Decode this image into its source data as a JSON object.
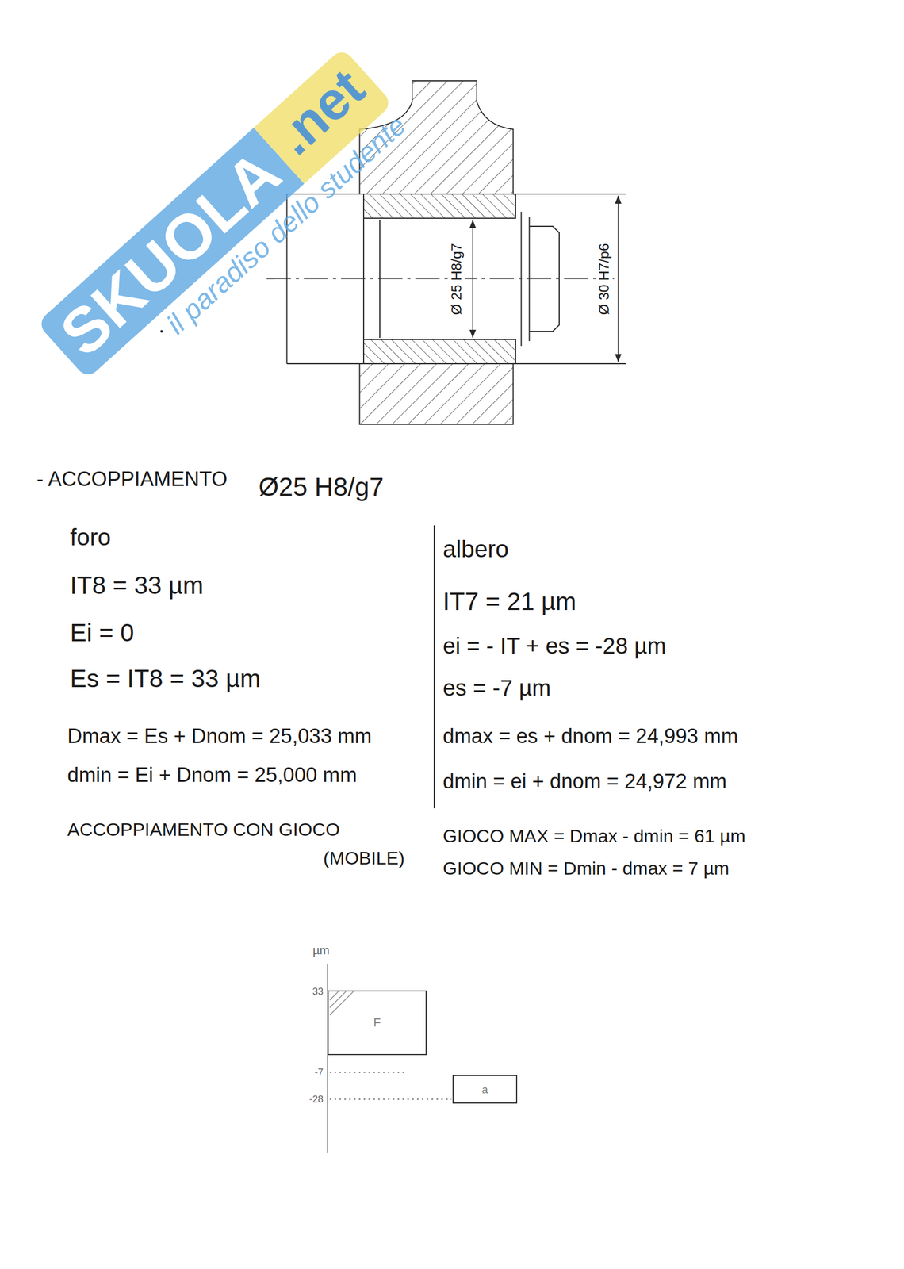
{
  "diagram": {
    "nodes": [
      {
        "text": [
          "F"
        ]
      },
      {
        "text": [
          "a"
        ]
      }
    ],
    "labels": [
      "SKUOLA",
      ".net",
      "il paradiso dello studente",
      "Ø 25 H8/g7",
      "Ø 30 H7/p6",
      "- ACCOPPIAMENTO",
      "Ø25 H8/g7",
      "foro",
      "IT8 = 33 µm",
      "Ei = 0",
      "Es = IT8 = 33 µm",
      "Dmax = Es + Dnom = 25,033 mm",
      "dmin = Ei + Dnom = 25,000 mm",
      "albero",
      "IT7 = 21 µm",
      "ei = - IT + es = -28 µm",
      "es = -7 µm",
      "dmax = es + dnom = 24,993 mm",
      "dmin = ei + dnom = 24,972 mm",
      "ACCOPPIAMENTO CON GIOCO",
      "(MOBILE)",
      "GIOCO MAX = Dmax - dmin = 61 µm",
      "GIOCO MIN = Dmin - dmax = 7 µm",
      "µm",
      "33",
      "-7",
      "-28"
    ]
  }
}
